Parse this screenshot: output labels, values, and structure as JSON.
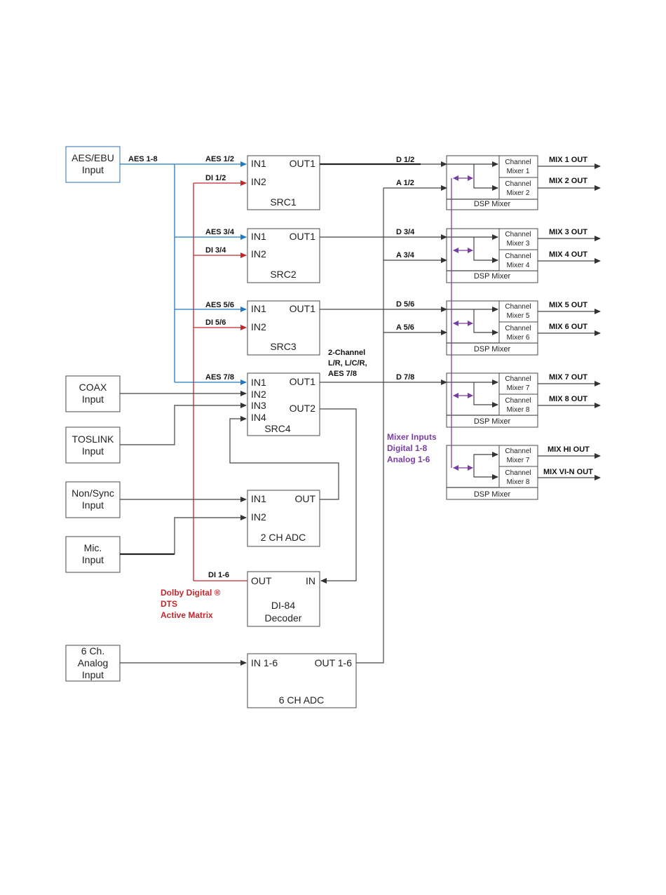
{
  "inputs": {
    "aes": [
      "AES/EBU",
      "Input"
    ],
    "coax": [
      "COAX",
      "Input"
    ],
    "toslink": [
      "TOSLINK",
      "Input"
    ],
    "nonsync": [
      "Non/Sync",
      "Input"
    ],
    "mic": [
      "Mic.",
      "Input"
    ],
    "analog6": [
      "6 Ch.",
      "Analog",
      "Input"
    ]
  },
  "signals": {
    "aes18": "AES 1-8",
    "aes12": "AES 1/2",
    "di12": "DI 1/2",
    "aes34": "AES 3/4",
    "di34": "DI 3/4",
    "aes56": "AES 5/6",
    "di56": "DI 5/6",
    "aes78": "AES 7/8",
    "di16": "DI 1-6",
    "d12": "D 1/2",
    "a12": "A 1/2",
    "d34": "D 3/4",
    "a34": "A 3/4",
    "d56": "D 5/6",
    "a56": "A 5/6",
    "d78": "D 7/8"
  },
  "src": {
    "src1": {
      "in1": "IN1",
      "in2": "IN2",
      "out1": "OUT1",
      "name": "SRC1"
    },
    "src2": {
      "in1": "IN1",
      "in2": "IN2",
      "out1": "OUT1",
      "name": "SRC2"
    },
    "src3": {
      "in1": "IN1",
      "in2": "IN2",
      "out1": "OUT1",
      "name": "SRC3"
    },
    "src4": {
      "in1": "IN1",
      "in2": "IN2",
      "in3": "IN3",
      "in4": "IN4",
      "out1": "OUT1",
      "out2": "OUT2",
      "name": "SRC4"
    }
  },
  "adc2": {
    "in1": "IN1",
    "in2": "IN2",
    "out": "OUT",
    "name": "2 CH ADC"
  },
  "decoder": {
    "out": "OUT",
    "in": "IN",
    "name1": "DI-84",
    "name2": "Decoder"
  },
  "adc6": {
    "in": "IN 1-6",
    "out": "OUT 1-6",
    "name": "6 CH ADC"
  },
  "notes": {
    "two_channel": [
      "2-Channel",
      "L/R, L/C/R,",
      "AES 7/8"
    ],
    "dolby": [
      "Dolby Digital ®",
      "DTS",
      "Active Matrix"
    ],
    "mixer_inputs": [
      "Mixer Inputs",
      "Digital 1-8",
      "Analog 1-6"
    ]
  },
  "mixers": [
    {
      "label": "DSP Mixer",
      "ch": [
        [
          "Channel",
          "Mixer 1"
        ],
        [
          "Channel",
          "Mixer 2"
        ]
      ],
      "outs": [
        "MIX 1 OUT",
        "MIX 2 OUT"
      ]
    },
    {
      "label": "DSP Mixer",
      "ch": [
        [
          "Channel",
          "Mixer 3"
        ],
        [
          "Channel",
          "Mixer 4"
        ]
      ],
      "outs": [
        "MIX 3 OUT",
        "MIX 4 OUT"
      ]
    },
    {
      "label": "DSP Mixer",
      "ch": [
        [
          "Channel",
          "Mixer 5"
        ],
        [
          "Channel",
          "Mixer 6"
        ]
      ],
      "outs": [
        "MIX 5 OUT",
        "MIX 6 OUT"
      ]
    },
    {
      "label": "DSP Mixer",
      "ch": [
        [
          "Channel",
          "Mixer 7"
        ],
        [
          "Channel",
          "Mixer 8"
        ]
      ],
      "outs": [
        "MIX 7 OUT",
        "MIX 8 OUT"
      ]
    },
    {
      "label": "DSP Mixer",
      "ch": [
        [
          "Channel",
          "Mixer 7"
        ],
        [
          "Channel",
          "Mixer 8"
        ]
      ],
      "outs": [
        "MIX HI OUT",
        "MIX VI-N OUT"
      ]
    }
  ]
}
